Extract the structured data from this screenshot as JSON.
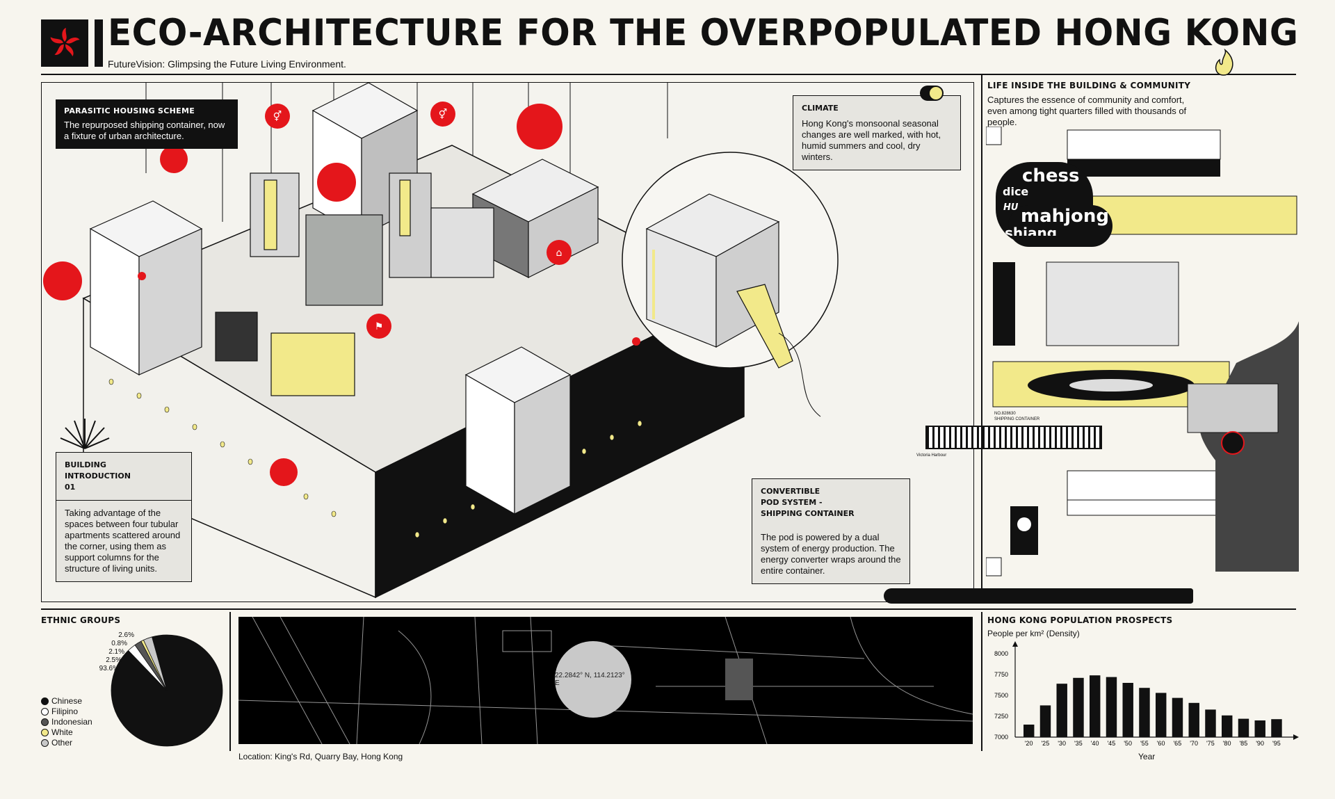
{
  "header": {
    "title": "ECO-ARCHITECTURE FOR THE OVERPOPULATED HONG KONG",
    "subtitle": "FutureVision: Glimpsing the Future Living Environment."
  },
  "colors": {
    "accent": "#e4161b",
    "highlight": "#f2e98a",
    "ink": "#111111",
    "paper": "#f7f5ee"
  },
  "icons": [
    "hong-kong-flower-icon",
    "flame-icon",
    "toilet-icon",
    "water-icon",
    "people-icon",
    "person-icon",
    "shop-icon",
    "golf-icon",
    "fire-extinguisher-icon",
    "camera-icon",
    "chess-icon",
    "badminton-icon",
    "swap-arrows-icon"
  ],
  "parasitic": {
    "title": "PARASITIC HOUSING SCHEME",
    "text": "The repurposed shipping container, now a fixture of urban architecture."
  },
  "climate": {
    "title": "CLIMATE",
    "text": "Hong Kong's monsoonal seasonal changes are well marked, with hot, humid summers and cool, dry winters."
  },
  "building": {
    "title_line1": "BUILDING",
    "title_line2": "INTRODUCTION",
    "title_line3": "01",
    "text": "Taking advantage of the spaces between four tubular apartments scattered around the corner, using them as support columns for the structure of living units."
  },
  "pod": {
    "title_line1": "CONVERTIBLE",
    "title_line2": "POD SYSTEM -",
    "title_line3": "SHIPPING CONTAINER",
    "text": "The pod is powered by a dual system of energy production. The energy converter wraps around the entire container."
  },
  "container_label": {
    "number": "NO.828630",
    "name": "SHIPPING CONTAINER",
    "place": "Victoria Harbour"
  },
  "life": {
    "title": "LIFE INSIDE THE BUILDING & COMMUNITY",
    "text": "Captures the essence of community and comfort, even among tight quarters filled with thousands of people.",
    "words": [
      "chess",
      "dice",
      "HU",
      "mahjong",
      "shiang"
    ]
  },
  "ethnic": {
    "title": "ETHNIC GROUPS",
    "labels": [
      "2.6%",
      "0.8%",
      "2.1%",
      "2.5%",
      "93.6%"
    ],
    "legend": [
      {
        "name": "Chinese",
        "color": "#111111"
      },
      {
        "name": "Filipino",
        "color": "#ffffff"
      },
      {
        "name": "Indonesian",
        "color": "#555555"
      },
      {
        "name": "White",
        "color": "#f2e98a"
      },
      {
        "name": "Other",
        "color": "#c8c8c8"
      }
    ]
  },
  "map": {
    "coords": "22.2842° N, 114.2123° E",
    "location": "Location: King's Rd, Quarry Bay, Hong Kong"
  },
  "chart_data": {
    "type": "bar",
    "title": "HONG KONG POPULATION PROSPECTS",
    "ylabel": "People per km² (Density)",
    "xlabel": "Year",
    "categories": [
      "'20",
      "'25",
      "'30",
      "'35",
      "'40",
      "'45",
      "'50",
      "'55",
      "'60",
      "'65",
      "'70",
      "'75",
      "'80",
      "'85",
      "'90",
      "'95"
    ],
    "values": [
      7150,
      7380,
      7640,
      7710,
      7740,
      7720,
      7650,
      7590,
      7530,
      7470,
      7410,
      7330,
      7260,
      7220,
      7200,
      7215
    ],
    "ylim": [
      7000,
      8000
    ],
    "yticks": [
      "8000",
      "7750",
      "7500",
      "7250",
      "7000"
    ],
    "grid": false
  },
  "pie": [
    {
      "name": "Chinese",
      "value": 93.6,
      "color": "#111111"
    },
    {
      "name": "Filipino",
      "value": 2.5,
      "color": "#ffffff"
    },
    {
      "name": "Indonesian",
      "value": 2.1,
      "color": "#555555"
    },
    {
      "name": "White",
      "value": 0.8,
      "color": "#f2e98a"
    },
    {
      "name": "Other",
      "value": 2.6,
      "color": "#c8c8c8"
    }
  ]
}
